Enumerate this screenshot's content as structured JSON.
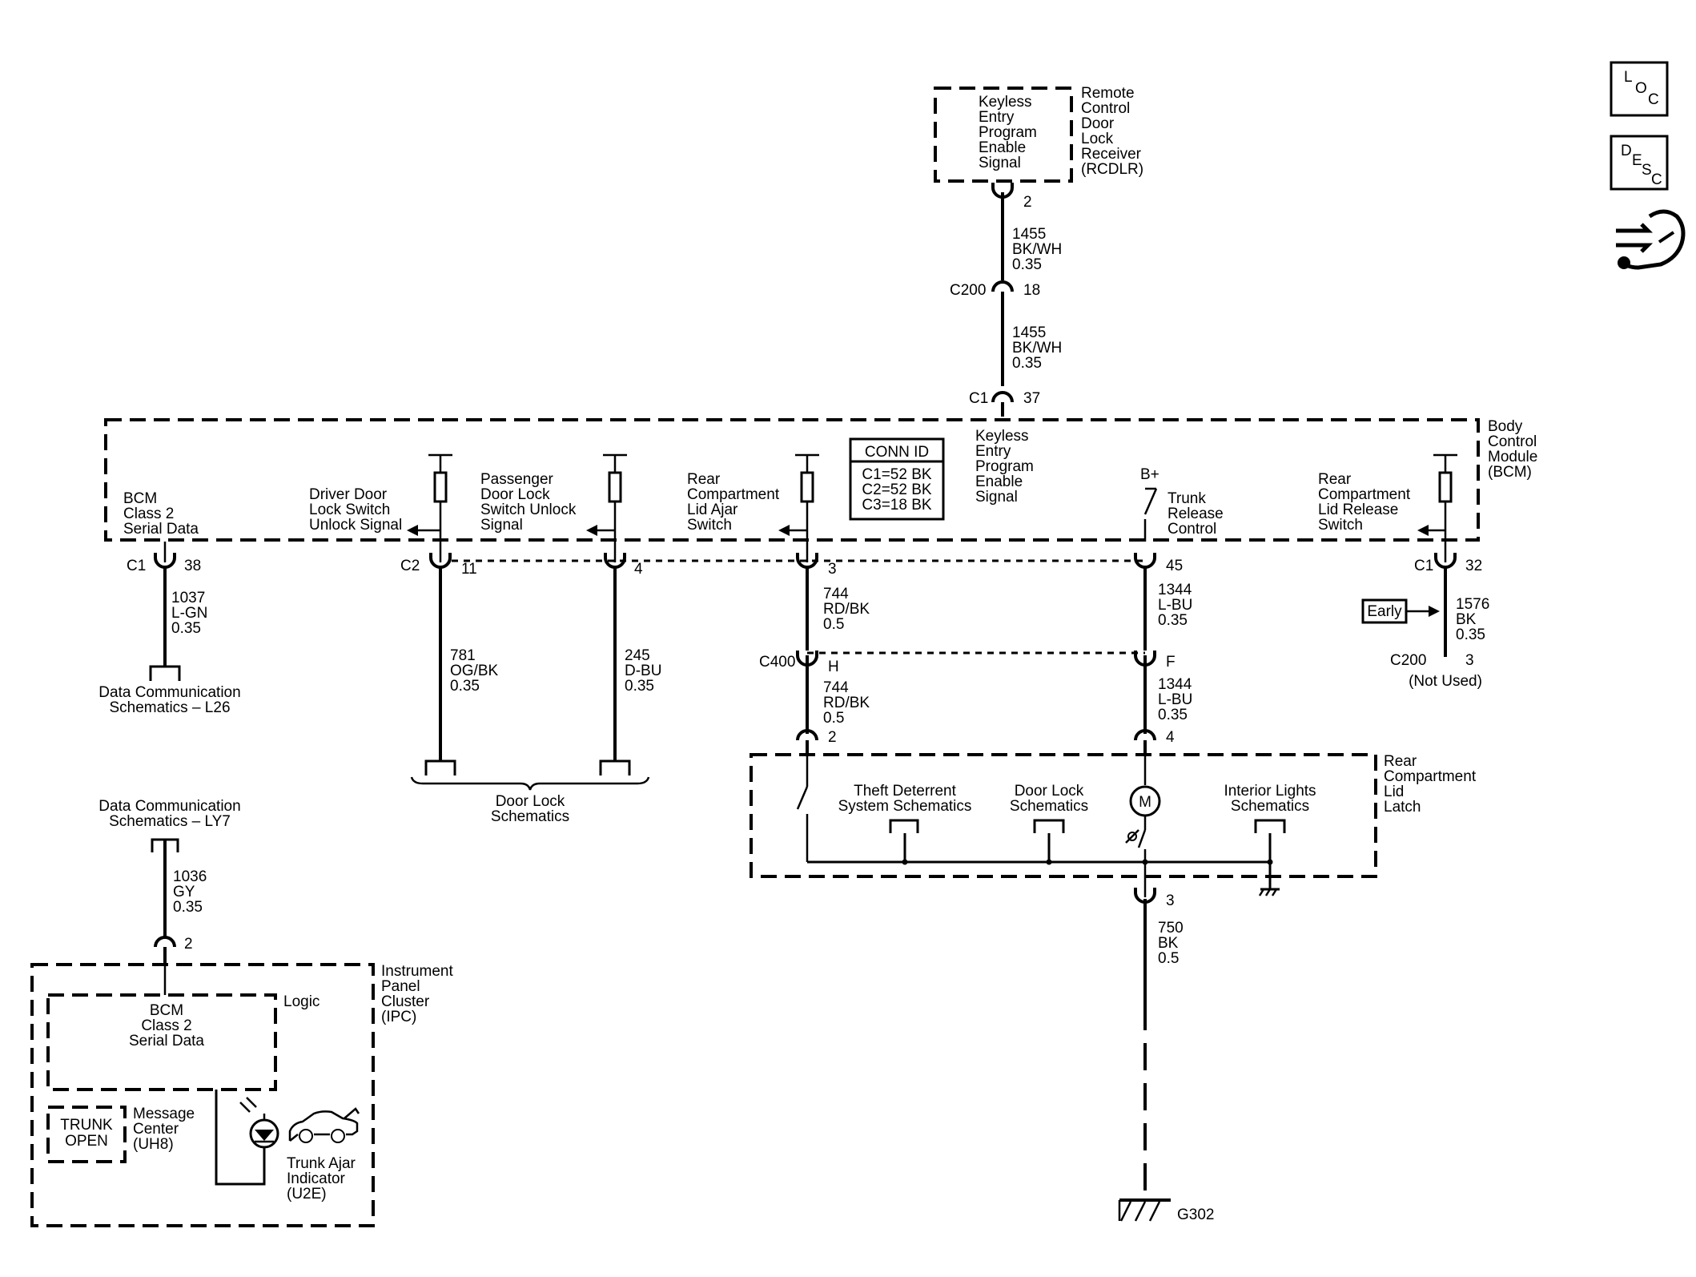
{
  "rcdlr": {
    "inner": [
      "Keyless",
      "Entry",
      "Program",
      "Enable",
      "Signal"
    ],
    "label": [
      "Remote",
      "Control",
      "Door",
      "Lock",
      "Receiver",
      "(RCDLR)"
    ],
    "pin": "2"
  },
  "wire_1455_a": [
    "1455",
    "BK/WH",
    "0.35"
  ],
  "c200_top": {
    "name": "C200",
    "pin": "18"
  },
  "wire_1455_b": [
    "1455",
    "BK/WH",
    "0.35"
  ],
  "c1_top": {
    "name": "C1",
    "pin": "37"
  },
  "bcm": {
    "label": [
      "Body",
      "Control",
      "Module",
      "(BCM)"
    ],
    "serial": [
      "BCM",
      "Class 2",
      "Serial Data"
    ],
    "driver": [
      "Driver Door",
      "Lock Switch",
      "Unlock Signal"
    ],
    "passenger": [
      "Passenger",
      "Door Lock",
      "Switch Unlock",
      "Signal"
    ],
    "rear_ajar": [
      "Rear",
      "Compartment",
      "Lid Ajar",
      "Switch"
    ],
    "keyless": [
      "Keyless",
      "Entry",
      "Program",
      "Enable",
      "Signal"
    ],
    "bplus": "B+",
    "trunk_release": [
      "Trunk",
      "Release",
      "Control"
    ],
    "rear_release": [
      "Rear",
      "Compartment",
      "Lid Release",
      "Switch"
    ]
  },
  "conn_id": {
    "title": "CONN ID",
    "rows": [
      "C1=52 BK",
      "C2=52 BK",
      "C3=18 BK"
    ]
  },
  "pins": {
    "c1_38": {
      "name": "C1",
      "pin": "38"
    },
    "c2_11": {
      "name": "C2",
      "pin": "11"
    },
    "p4": "4",
    "p3": "3",
    "p45": "45",
    "c1_32": {
      "name": "C1",
      "pin": "32"
    }
  },
  "wires": {
    "w1037": [
      "1037",
      "L-GN",
      "0.35"
    ],
    "w781": [
      "781",
      "OG/BK",
      "0.35"
    ],
    "w245": [
      "245",
      "D-BU",
      "0.35"
    ],
    "w744_a": [
      "744",
      "RD/BK",
      "0.5"
    ],
    "w1344_a": [
      "1344",
      "L-BU",
      "0.35"
    ],
    "w1576": [
      "1576",
      "BK",
      "0.35"
    ],
    "w744_b": [
      "744",
      "RD/BK",
      "0.5"
    ],
    "w1344_b": [
      "1344",
      "L-BU",
      "0.35"
    ],
    "w1036": [
      "1036",
      "GY",
      "0.35"
    ],
    "w750": [
      "750",
      "BK",
      "0.5"
    ]
  },
  "early": "Early",
  "c200_unused": {
    "name": "C200",
    "pin": "3",
    "note": "(Not Used)"
  },
  "c400": {
    "name": "C400",
    "pin_h": "H",
    "pin_f": "F"
  },
  "data_comm_l26": [
    "Data Communication",
    "Schematics – L26"
  ],
  "door_lock_schematics": [
    "Door Lock",
    "Schematics"
  ],
  "latch": {
    "pin2": "2",
    "pin4": "4",
    "label": [
      "Rear",
      "Compartment",
      "Lid",
      "Latch"
    ],
    "theft": [
      "Theft Deterrent",
      "System Schematics"
    ],
    "doorlock": [
      "Door Lock",
      "Schematics"
    ],
    "interior": [
      "Interior Lights",
      "Schematics"
    ],
    "motor": "M",
    "pin3": "3"
  },
  "ground": "G302",
  "data_comm_ly7": [
    "Data Communication",
    "Schematics – LY7"
  ],
  "ipc": {
    "pin2": "2",
    "label": [
      "Instrument",
      "Panel",
      "Cluster",
      "(IPC)"
    ],
    "logic": "Logic",
    "serial": [
      "BCM",
      "Class 2",
      "Serial Data"
    ],
    "trunk_open": [
      "TRUNK",
      "OPEN"
    ],
    "message_center": [
      "Message",
      "Center",
      "(UH8)"
    ],
    "trunk_ajar": [
      "Trunk Ajar",
      "Indicator",
      "(U2E)"
    ]
  },
  "side_icons": {
    "loc": [
      "L",
      "O",
      "C"
    ],
    "desc": [
      "D",
      "E",
      "S",
      "C"
    ],
    "hand_icon": "hand-wrench-icon"
  }
}
